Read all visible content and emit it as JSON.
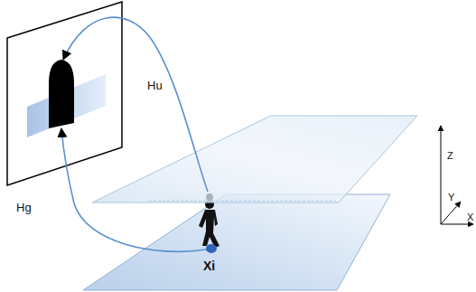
{
  "diagram": {
    "labels": [
      "Hu",
      "Hg",
      "Xi",
      "Z",
      "Y",
      "X"
    ]
  }
}
